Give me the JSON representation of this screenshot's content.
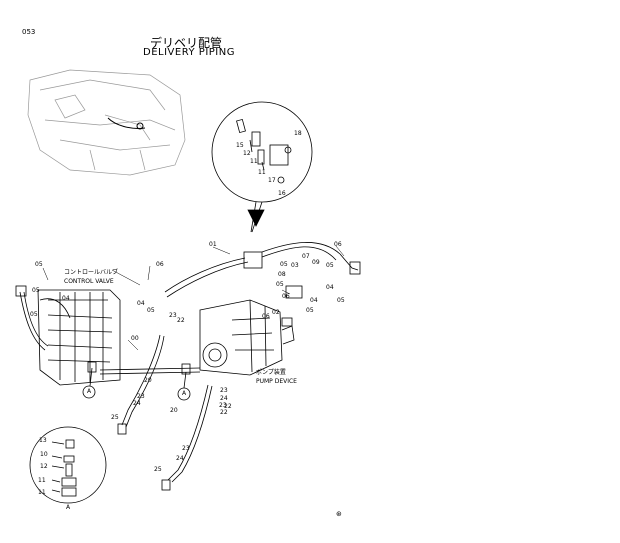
{
  "page_code": "053",
  "title_jp": "デリベリ配管",
  "title_en": "DELIVERY PIPING",
  "control_valve_jp": "コントロールバルブ",
  "control_valve_en": "CONTROL VALVE",
  "pump_device_jp": "ポンプ装置",
  "pump_device_en": "PUMP DEVICE",
  "view_label": "A",
  "footer_mark": "⊛",
  "detail_circle_parts": [
    "18",
    "15",
    "12",
    "11",
    "11",
    "17",
    "16"
  ],
  "main_parts": [
    "01",
    "05",
    "06",
    "05",
    "04",
    "05",
    "06",
    "04",
    "05",
    "03",
    "07",
    "09",
    "05",
    "04",
    "05",
    "06",
    "08",
    "05",
    "02",
    "00",
    "23",
    "22",
    "25",
    "20",
    "23",
    "24",
    "22",
    "23",
    "23",
    "20",
    "24",
    "25",
    "23",
    "24",
    "22",
    "05",
    "04",
    "05",
    "06"
  ],
  "inset_parts": [
    "13",
    "10",
    "12",
    "11",
    "11"
  ]
}
